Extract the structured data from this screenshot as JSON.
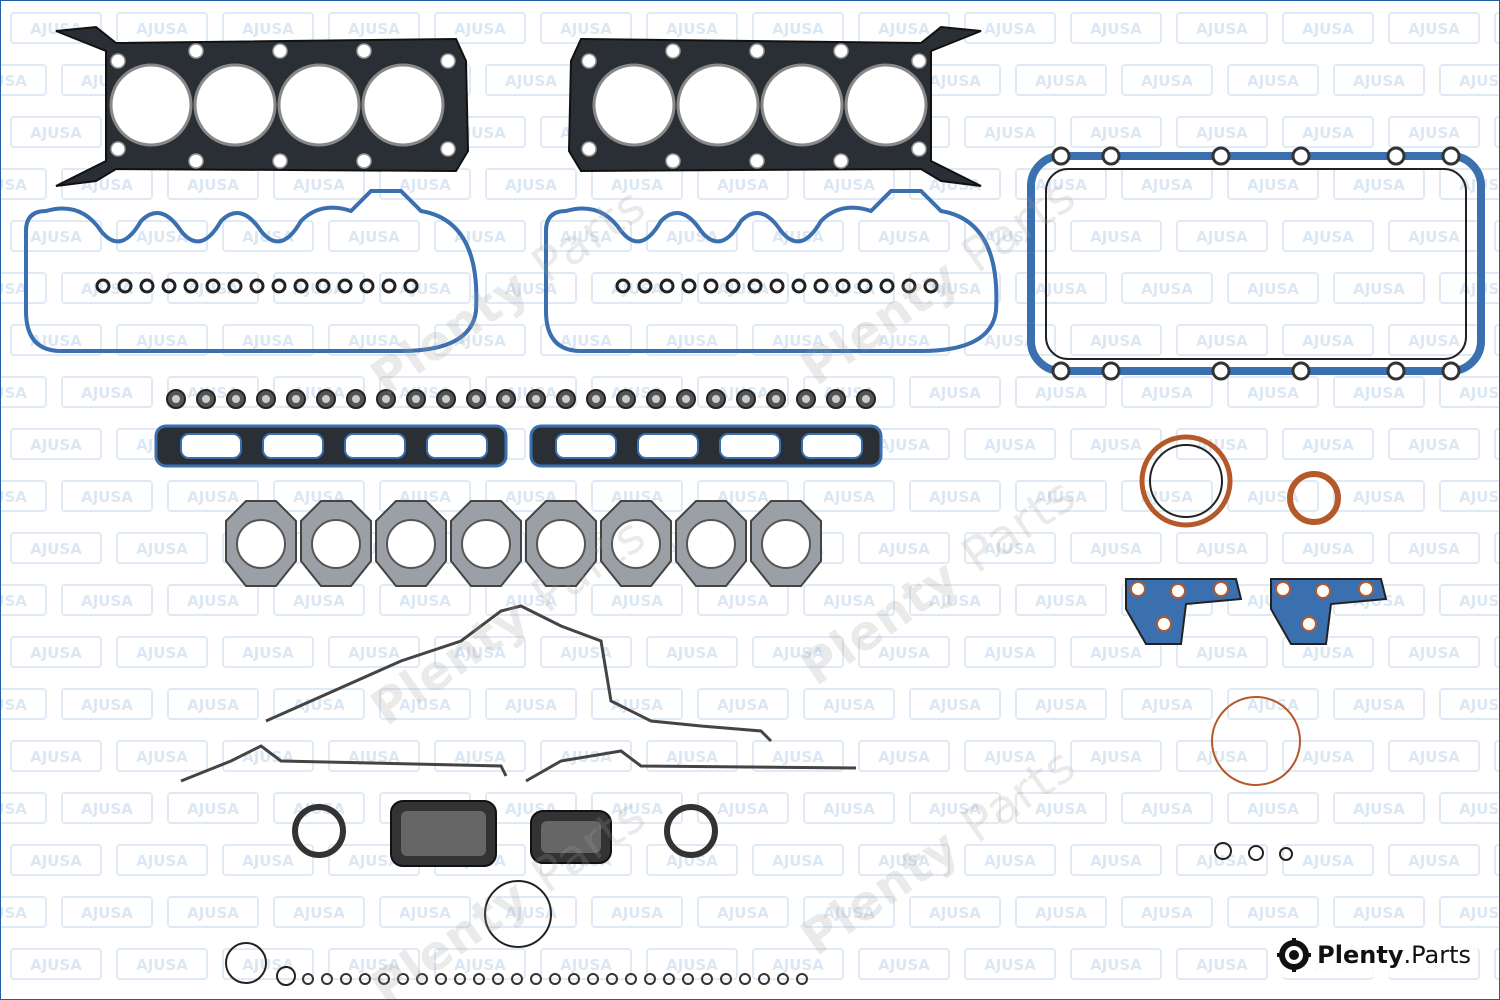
{
  "colors": {
    "frame": "#1e5fa8",
    "gasket_dark": "#2a2f36",
    "gasket_blue": "#3a6fb0",
    "gasket_gray": "#9aa0a6",
    "seal_orange": "#b5582a",
    "tile_blue": "#6f9fd0",
    "watermark": "#a0a0a0"
  },
  "background_tile": {
    "text": "AJUSA"
  },
  "watermark": {
    "brand_bold": "Plenty",
    "brand_light": "Parts"
  },
  "logo": {
    "icon": "plenty-gear-icon",
    "bold": "Plenty",
    "dot": ".",
    "light": "Parts"
  }
}
